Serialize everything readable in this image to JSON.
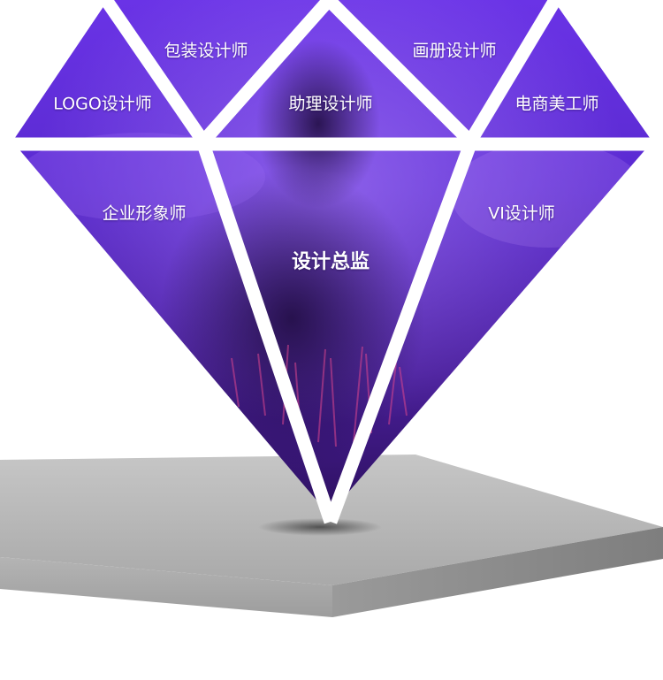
{
  "diamond": {
    "facets": {
      "logo": "LOGO设计师",
      "packaging": "包装设计师",
      "assistant": "助理设计师",
      "brochure": "画册设计师",
      "ecommerce": "电商美工师",
      "corporate_image": "企业形象师",
      "director": "设计总监",
      "vi": "VI设计师"
    }
  },
  "colors": {
    "accent_purple": "#7a3cf0",
    "deep_purple": "#3a1690",
    "platform_top": "#b9b9b9",
    "platform_side": "#8d8d8d"
  }
}
